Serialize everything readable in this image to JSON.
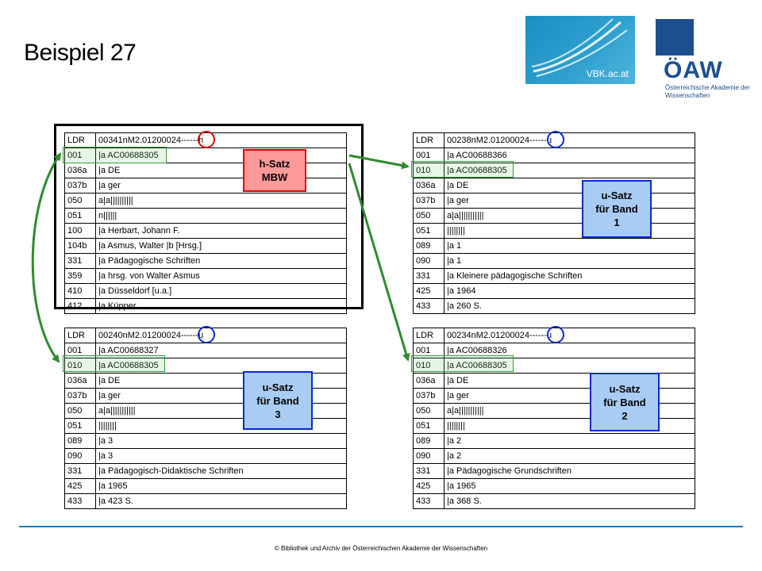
{
  "title": "Beispiel 27",
  "logos": {
    "vbk": "VBK.ac.at",
    "oaw_word": "ÖAW",
    "oaw_sub": "Österreichische Akademie der Wissenschaften"
  },
  "footer": "© Bibliothek und Archiv der Österreichischen Akademie der Wissenschaften",
  "callouts": {
    "h": "h-Satz\nMBW",
    "u1": "u-Satz\nfür Band\n1",
    "u2": "u-Satz\nfür Band\n2",
    "u3": "u-Satz\nfür Band\n3"
  },
  "colors": {
    "h_fill": "#ff9a9a",
    "h_border": "#e00000",
    "u_fill": "#a8ccf3",
    "u_border": "#0a2ad0",
    "arrow": "#2e8b2e",
    "rule": "#1f7ab5"
  },
  "records": {
    "h": {
      "rows": [
        [
          "LDR",
          "00341nM2.01200024------h"
        ],
        [
          "001",
          "|a AC00688305"
        ],
        [
          "036a",
          "|a DE"
        ],
        [
          "037b",
          "|a ger"
        ],
        [
          "050",
          "a|a||||||||||"
        ],
        [
          "051",
          "n||||||"
        ],
        [
          "100",
          "|a Herbart, Johann F."
        ],
        [
          "104b",
          "|a Asmus, Walter |b [Hrsg.]"
        ],
        [
          "331",
          "|a Pädagogische Schriften"
        ],
        [
          "359",
          "|a hrsg. von Walter Asmus"
        ],
        [
          "410",
          "|a Düsseldorf [u.a.]"
        ],
        [
          "412",
          "|a Küpper"
        ]
      ]
    },
    "u1": {
      "rows": [
        [
          "LDR",
          "00238nM2.01200024------u"
        ],
        [
          "001",
          "|a AC00688366"
        ],
        [
          "010",
          "|a AC00688305"
        ],
        [
          "036a",
          "|a DE"
        ],
        [
          "037b",
          "|a ger"
        ],
        [
          "050",
          "a|a|||||||||||"
        ],
        [
          "051",
          "||||||||"
        ],
        [
          "089",
          "|a 1"
        ],
        [
          "090",
          "|a 1"
        ],
        [
          "331",
          "|a Kleinere pädagogische Schriften"
        ],
        [
          "425",
          "|a 1964"
        ],
        [
          "433",
          "|a 260 S."
        ]
      ]
    },
    "u3": {
      "rows": [
        [
          "LDR",
          "00240nM2.01200024------u"
        ],
        [
          "001",
          "|a AC00688327"
        ],
        [
          "010",
          "|a AC00688305"
        ],
        [
          "036a",
          "|a DE"
        ],
        [
          "037b",
          "|a ger"
        ],
        [
          "050",
          "a|a|||||||||||"
        ],
        [
          "051",
          "||||||||"
        ],
        [
          "089",
          "|a 3"
        ],
        [
          "090",
          "|a 3"
        ],
        [
          "331",
          "|a Pädagogisch-Didaktische Schriften"
        ],
        [
          "425",
          "|a 1965"
        ],
        [
          "433",
          "|a 423 S."
        ]
      ]
    },
    "u2": {
      "rows": [
        [
          "LDR",
          "00234nM2.01200024------u"
        ],
        [
          "001",
          "|a AC00688326"
        ],
        [
          "010",
          "|a AC00688305"
        ],
        [
          "036a",
          "|a DE"
        ],
        [
          "037b",
          "|a ger"
        ],
        [
          "050",
          "a|a|||||||||||"
        ],
        [
          "051",
          "||||||||"
        ],
        [
          "089",
          "|a 2"
        ],
        [
          "090",
          "|a 2"
        ],
        [
          "331",
          "|a Pädagogische Grundschriften"
        ],
        [
          "425",
          "|a 1965"
        ],
        [
          "433",
          "|a 368 S."
        ]
      ]
    }
  }
}
